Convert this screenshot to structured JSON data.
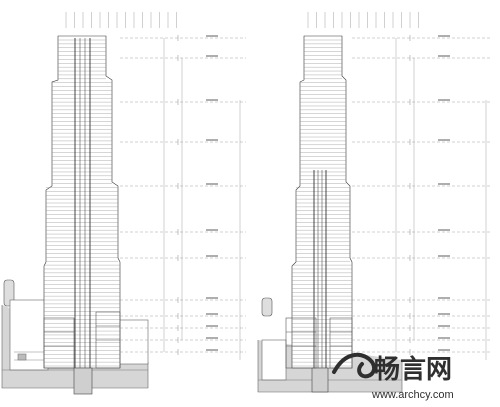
{
  "watermark": {
    "logo_text": "畅言网",
    "url_text": "www.archcy.com"
  },
  "colors": {
    "line": "#4a4a4a",
    "line_light": "#9a9a9a",
    "ground": "#d2d2d2",
    "watermark_fill": "#2f2f2f",
    "background": "#ffffff"
  },
  "sections": [
    {
      "name": "section-left",
      "floor_bands": 84
    },
    {
      "name": "section-right",
      "floor_bands": 84
    }
  ]
}
